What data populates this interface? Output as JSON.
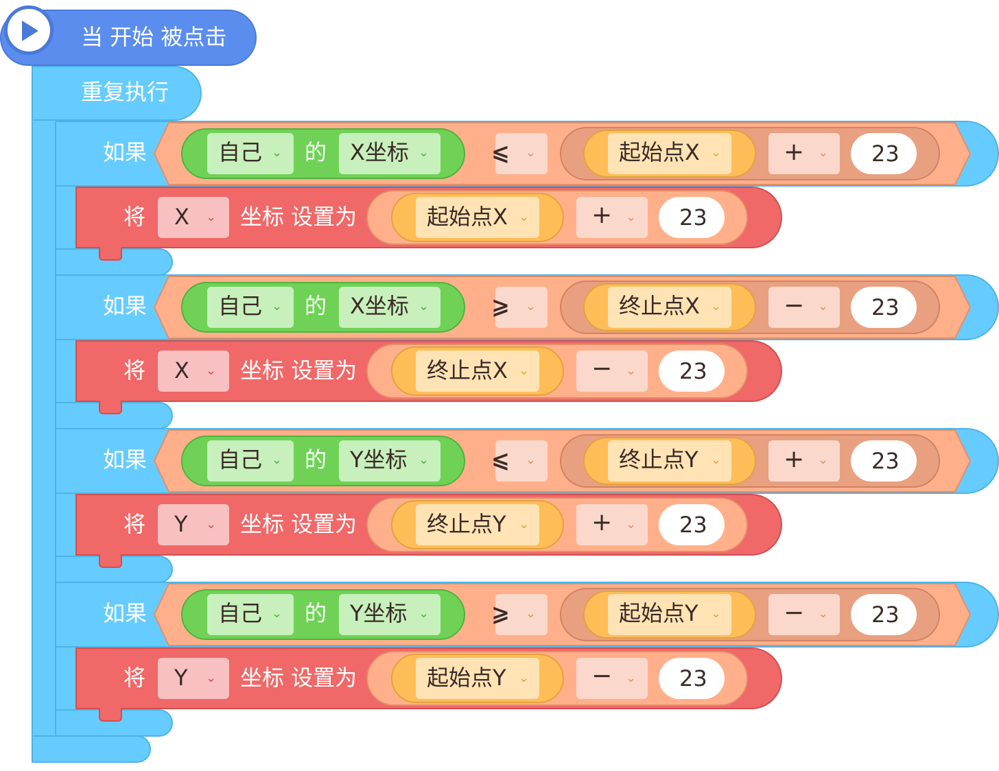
{
  "hat": {
    "label": "当 开始 被点击",
    "icon": "play-icon"
  },
  "loop": {
    "label": "重复执行"
  },
  "blocks": [
    {
      "if_label": "如果",
      "object": "自己",
      "of": "的",
      "property": "X坐标",
      "comparator": "⩽",
      "var": "起始点X",
      "op": "+",
      "num": "23",
      "set_label": "将",
      "set_axis": "X",
      "set_text": "坐标 设置为",
      "set_var": "起始点X",
      "set_op": "+",
      "set_num": "23"
    },
    {
      "if_label": "如果",
      "object": "自己",
      "of": "的",
      "property": "X坐标",
      "comparator": "⩾",
      "var": "终止点X",
      "op": "−",
      "num": "23",
      "set_label": "将",
      "set_axis": "X",
      "set_text": "坐标 设置为",
      "set_var": "终止点X",
      "set_op": "−",
      "set_num": "23"
    },
    {
      "if_label": "如果",
      "object": "自己",
      "of": "的",
      "property": "Y坐标",
      "comparator": "⩽",
      "var": "终止点Y",
      "op": "+",
      "num": "23",
      "set_label": "将",
      "set_axis": "Y",
      "set_text": "坐标 设置为",
      "set_var": "终止点Y",
      "set_op": "+",
      "set_num": "23"
    },
    {
      "if_label": "如果",
      "object": "自己",
      "of": "的",
      "property": "Y坐标",
      "comparator": "⩾",
      "var": "起始点Y",
      "op": "−",
      "num": "23",
      "set_label": "将",
      "set_axis": "Y",
      "set_text": "坐标 设置为",
      "set_var": "起始点Y",
      "set_op": "−",
      "set_num": "23"
    }
  ],
  "colors": {
    "event": "#5b8def",
    "control": "#66ccff",
    "operator": "#ffb08a",
    "sensing": "#6fd256",
    "variable": "#ffbd58",
    "motion": "#f06868"
  }
}
